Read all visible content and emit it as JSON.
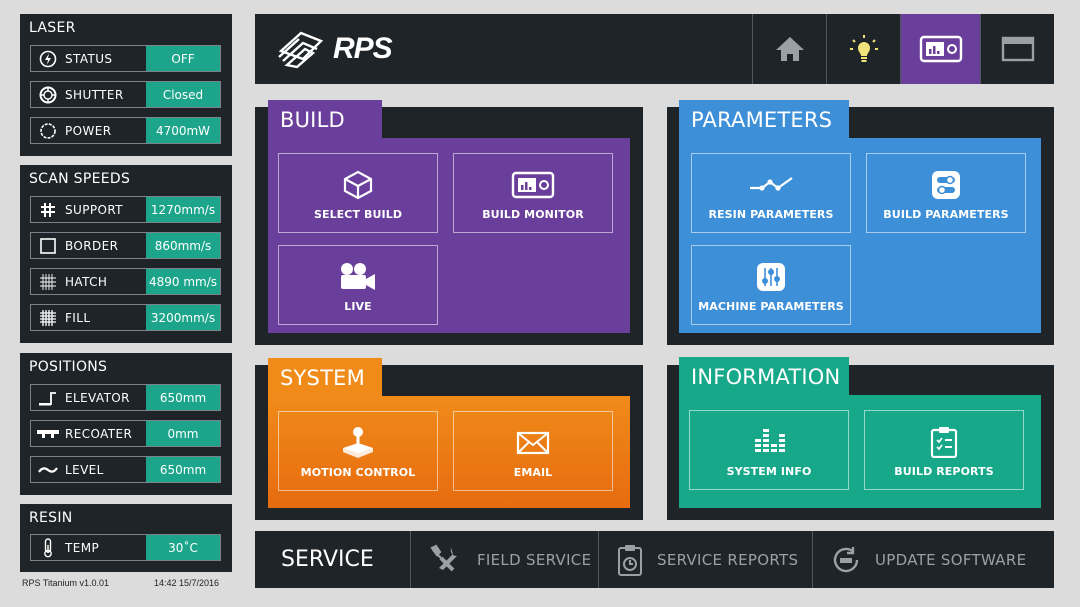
{
  "laser": {
    "title": "LASER",
    "rows": [
      {
        "label": "STATUS",
        "value": "OFF",
        "icon": "lightning-icon"
      },
      {
        "label": "SHUTTER",
        "value": "Closed",
        "icon": "shutter-icon"
      },
      {
        "label": "POWER",
        "value": "4700mW",
        "icon": "power-icon"
      }
    ]
  },
  "scan_speeds": {
    "title": "SCAN SPEEDS",
    "rows": [
      {
        "label": "SUPPORT",
        "value": "1270mm/s",
        "icon": "support-hash-icon"
      },
      {
        "label": "BORDER",
        "value": "860mm/s",
        "icon": "border-square-icon"
      },
      {
        "label": "HATCH",
        "value": "4890 mm/s",
        "icon": "hatch-grid-icon"
      },
      {
        "label": "FILL",
        "value": "3200mm/s",
        "icon": "fill-grid-icon"
      }
    ]
  },
  "positions": {
    "title": "POSITIONS",
    "rows": [
      {
        "label": "ELEVATOR",
        "value": "650mm",
        "icon": "elevator-icon"
      },
      {
        "label": "RECOATER",
        "value": "0mm",
        "icon": "recoater-icon"
      },
      {
        "label": "LEVEL",
        "value": "650mm",
        "icon": "level-wave-icon"
      }
    ]
  },
  "resin": {
    "title": "RESIN",
    "rows": [
      {
        "label": "TEMP",
        "value": "30˚C",
        "icon": "thermometer-icon"
      }
    ]
  },
  "footer": {
    "version": "RPS Titanium v1.0.01",
    "datetime": "14:42 15/7/2016"
  },
  "topbar": {
    "logo_text": "RPS",
    "buttons": [
      "home-icon",
      "lightbulb-icon",
      "build-monitor-icon",
      "window-icon"
    ],
    "active_index": 2
  },
  "build": {
    "title": "BUILD",
    "tiles": [
      "SELECT BUILD",
      "BUILD MONITOR",
      "LIVE"
    ]
  },
  "parameters": {
    "title": "PARAMETERS",
    "tiles": [
      "RESIN PARAMETERS",
      "BUILD PARAMETERS",
      "MACHINE PARAMETERS"
    ]
  },
  "system": {
    "title": "SYSTEM",
    "tiles": [
      "MOTION CONTROL",
      "EMAIL"
    ]
  },
  "information": {
    "title": "INFORMATION",
    "tiles": [
      "SYSTEM INFO",
      "BUILD REPORTS"
    ]
  },
  "service": {
    "title": "SERVICE",
    "items": [
      "FIELD SERVICE",
      "SERVICE REPORTS",
      "UPDATE SOFTWARE"
    ]
  },
  "colors": {
    "panel": "#1f2428",
    "value_green": "#1ca58a",
    "build_purple": "#6a3f9c",
    "parameters_blue": "#3d8fd8",
    "system_orange": "#f08b1a",
    "information_green": "#17a88a"
  }
}
